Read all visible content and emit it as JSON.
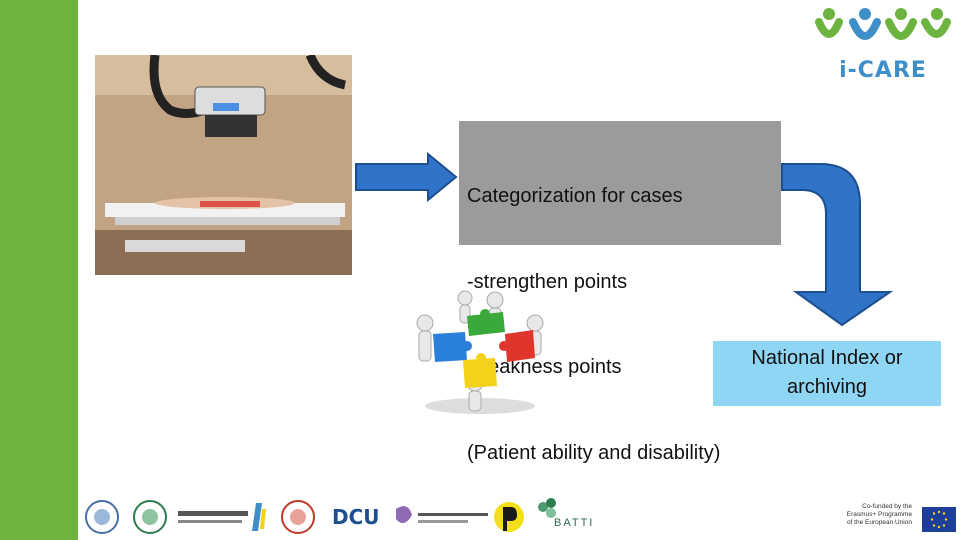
{
  "categorization_box": {
    "line1": "Categorization for cases",
    "line2": "-strengthen points",
    "line3": "-weakness points",
    "line4": "(Patient ability and disability)"
  },
  "index_box": {
    "line1": "National Index or",
    "line2": "archiving"
  },
  "logo": {
    "text": "i-CARE"
  },
  "partner_logos": {
    "dcu": "DCU",
    "batti": "BATTI",
    "eu_cofund": "Co-funded by the\nErasmus+ Programme\nof the European Union"
  },
  "colors": {
    "side_bar": "#6cb33f",
    "arrow_blue": "#2f74c8",
    "categorization_bg": "#9b9b9b",
    "index_bg": "#8fd6f5",
    "puzzle_green": "#3aa83a",
    "puzzle_red": "#e0352b",
    "puzzle_blue": "#2a7fd8",
    "puzzle_yellow": "#f4d21a"
  }
}
